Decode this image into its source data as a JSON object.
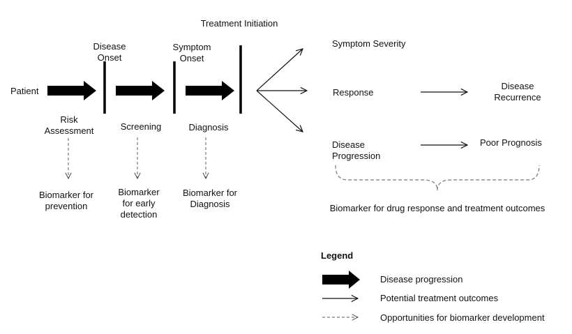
{
  "diagram": {
    "title": "Treatment Initiation",
    "patient": "Patient",
    "milestones": {
      "disease_onset": [
        "Disease",
        "Onset"
      ],
      "symptom_onset": [
        "Symptom",
        "Onset"
      ]
    },
    "stages": {
      "risk_assessment": [
        "Risk",
        "Assessment"
      ],
      "screening": "Screening",
      "diagnosis": "Diagnosis"
    },
    "biomarkers": {
      "prevention": [
        "Biomarker for",
        "prevention"
      ],
      "early_detection": [
        "Biomarker",
        "for early",
        "detection"
      ],
      "diagnosis": [
        "Biomarker for",
        "Diagnosis"
      ],
      "drug_response": "Biomarker for drug response and treatment outcomes"
    },
    "outcomes": {
      "symptom_severity": "Symptom Severity",
      "response": "Response",
      "disease_recurrence": [
        "Disease",
        "Recurrence"
      ],
      "disease_progression": [
        "Disease",
        "Progression"
      ],
      "poor_prognosis": "Poor Prognosis"
    }
  },
  "legend": {
    "title": "Legend",
    "items": [
      {
        "label": "Disease progression"
      },
      {
        "label": "Potential treatment outcomes"
      },
      {
        "label": "Opportunities for biomarker development"
      }
    ]
  },
  "colors": {
    "ink": "#111111",
    "dashed": "#777777",
    "background": "#ffffff"
  }
}
